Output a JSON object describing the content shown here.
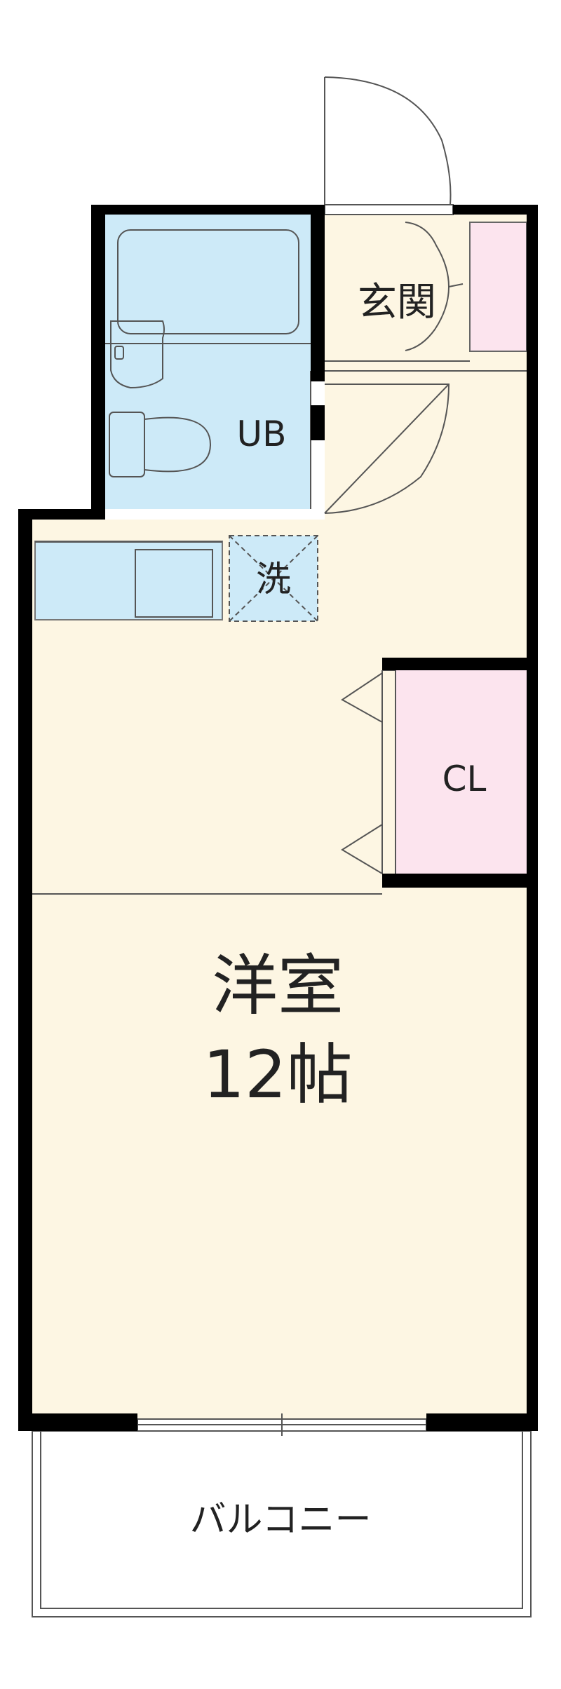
{
  "rooms": {
    "genkan": "玄関",
    "unit_bath": "UB",
    "washer": "洗",
    "closet": "CL",
    "western_room": {
      "name": "洋室",
      "size": "12帖"
    },
    "balcony": "バルコニー"
  },
  "colors": {
    "wall": "#000000",
    "floor": "#fdf6e3",
    "wet_area": "#cdeaf8",
    "storage": "#fce4ee",
    "line": "#555555"
  }
}
